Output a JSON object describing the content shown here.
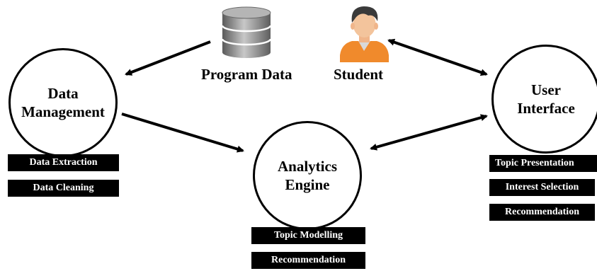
{
  "nodes": {
    "data_management": {
      "line1": "Data",
      "line2": "Management"
    },
    "analytics_engine": {
      "line1": "Analytics",
      "line2": "Engine"
    },
    "user_interface": {
      "line1": "User",
      "line2": "Interface"
    }
  },
  "labels": {
    "program_data": "Program Data",
    "student": "Student"
  },
  "icons": {
    "program_data": "database-icon",
    "student": "student-avatar-icon"
  },
  "tags": {
    "data_management": [
      "Data Extraction",
      "Data Cleaning"
    ],
    "analytics_engine": [
      "Topic Modelling",
      "Recommendation"
    ],
    "user_interface": [
      "Topic Presentation",
      "Interest Selection",
      "Recommendation"
    ]
  },
  "colors": {
    "database_gray": "#8c8c8c",
    "student_orange": "#f08a2c",
    "tag_background": "#000000",
    "tag_text": "#ffffff"
  }
}
